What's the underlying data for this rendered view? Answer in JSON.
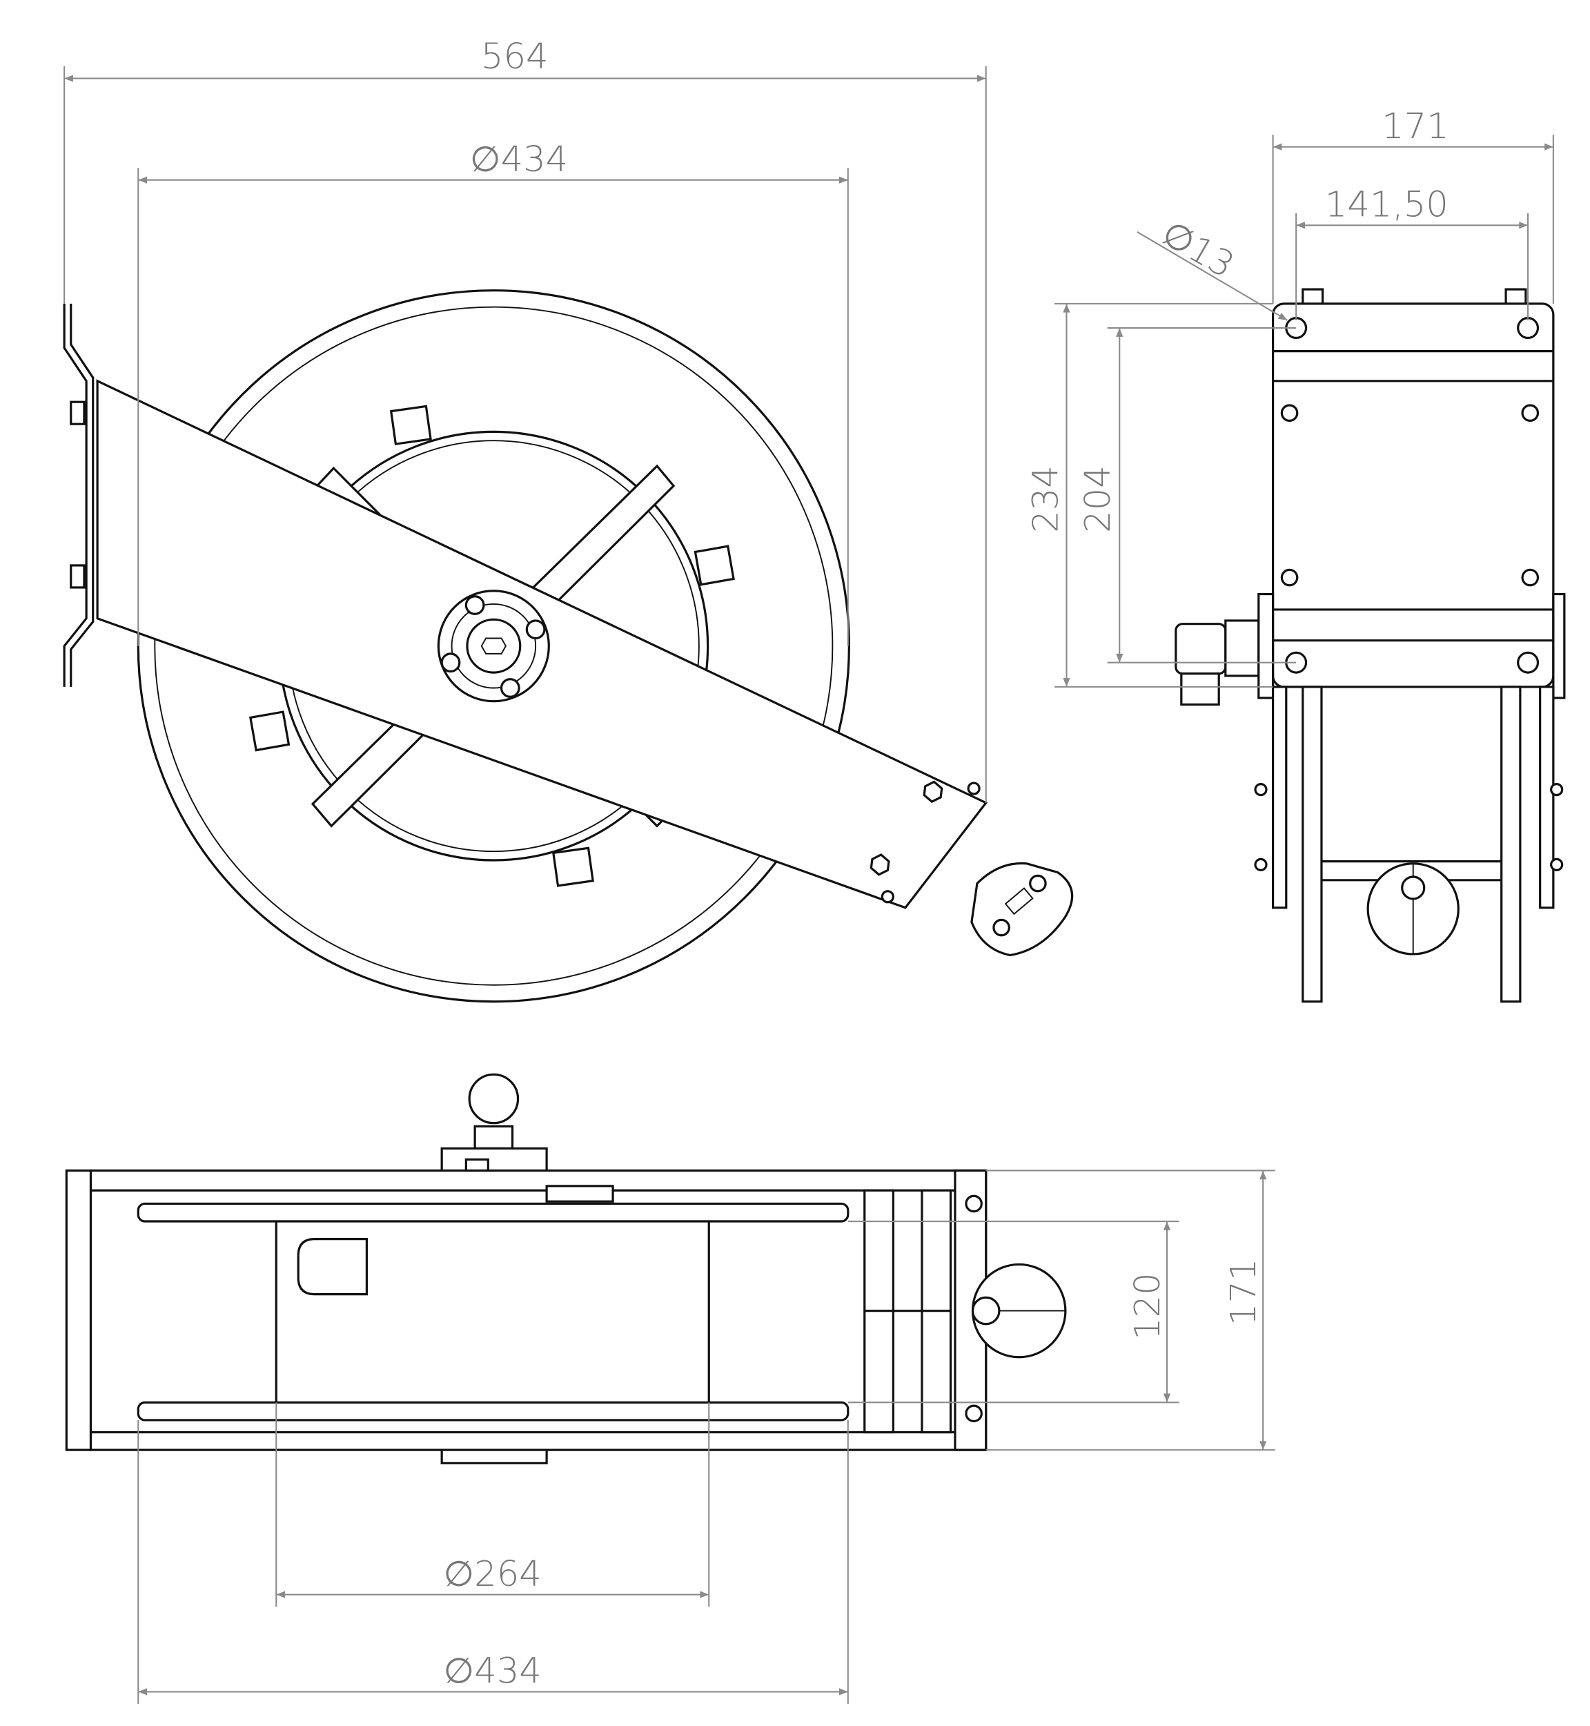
{
  "drawing": {
    "front_view": {
      "overall_width": "564",
      "reel_diameter": "∅434"
    },
    "side_view": {
      "overall_width": "171",
      "hole_spacing": "141,50",
      "hole_diameter": "∅13",
      "overall_height": "234",
      "hole_vertical_spacing": "204"
    },
    "top_view": {
      "inner_width": "120",
      "overall_depth": "171",
      "drum_diameter": "∅264",
      "reel_diameter": "∅434"
    },
    "colors": {
      "line": "#111111",
      "dimension": "#8a8a8a"
    }
  }
}
